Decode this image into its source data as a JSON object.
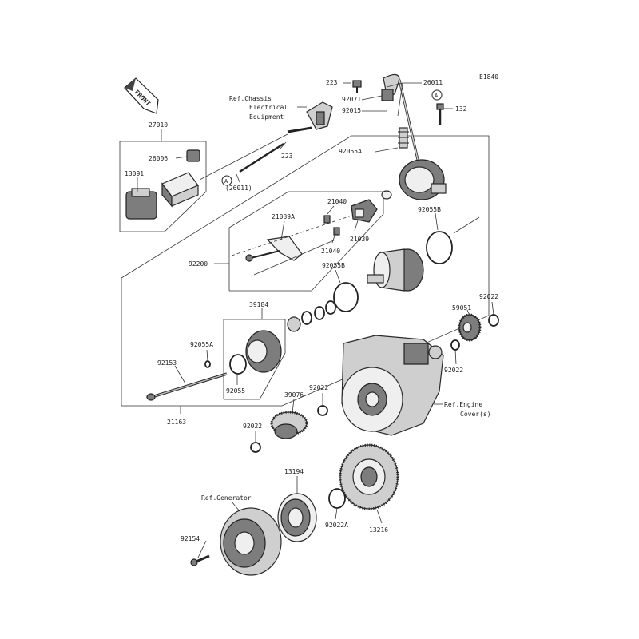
{
  "code": "E1840",
  "front_label": "FRONT",
  "ref_a": "A",
  "parts": {
    "p223_top": "223",
    "p26011": "26011",
    "p92071": "92071",
    "p92015": "92015",
    "p132": "132",
    "p27010": "27010",
    "p26006": "26006",
    "p13091": "13091",
    "p223_mid": "223",
    "p26011_paren": "(26011)",
    "p92055A_top": "92055A",
    "p21040_top": "21040",
    "p21039A": "21039A",
    "p21039": "21039",
    "p21040_bot": "21040",
    "p92055B_top": "92055B",
    "p92200": "92200",
    "p92055B_mid": "92055B",
    "p39184": "39184",
    "p92055A_mid": "92055A",
    "p92153": "92153",
    "p92055": "92055",
    "p21163": "21163",
    "p92022_right": "92022",
    "p59051": "59051",
    "p92022_gear": "92022",
    "p92022_mid": "92022",
    "p39076": "39076",
    "p92022_left": "92022",
    "p13194": "13194",
    "p92022A": "92022A",
    "p13216": "13216",
    "p92154": "92154"
  },
  "refs": {
    "chassis_1": "Ref.Chassis",
    "chassis_2": "Electrical",
    "chassis_3": "Equipment",
    "engine_1": "Ref.Engine",
    "engine_2": "Cover(s)",
    "generator": "Ref.Generator"
  }
}
